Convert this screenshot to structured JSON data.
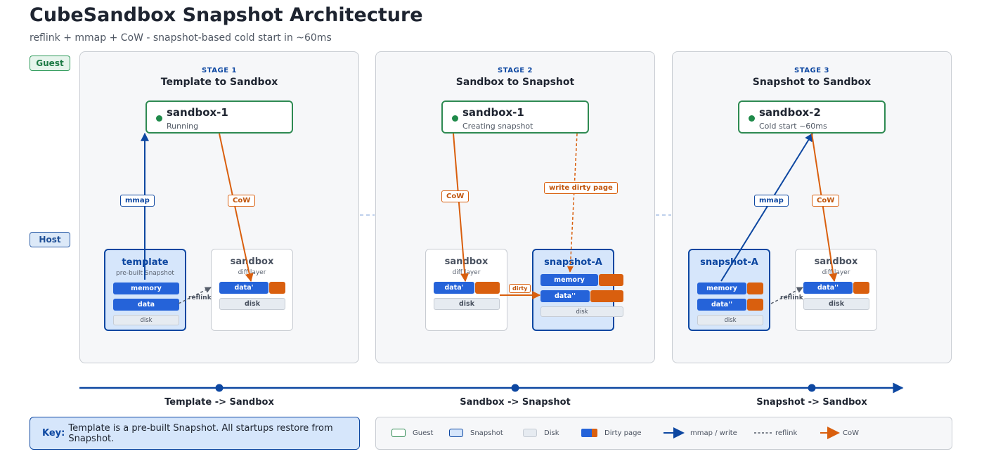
{
  "header": {
    "title": "CubeSandbox Snapshot Architecture",
    "subtitle": "reflink + mmap + CoW - snapshot-based cold start in ~60ms"
  },
  "side_tags": {
    "guest": "Guest",
    "host": "Host"
  },
  "stages": [
    {
      "num": "STAGE 1",
      "name": "Template to Sandbox",
      "sandbox": {
        "name": "sandbox-1",
        "state": "Running"
      },
      "cards": [
        {
          "title": "template",
          "sub": "pre-built Snapshot",
          "blocks": [
            "memory",
            "data",
            "disk"
          ]
        },
        {
          "title": "sandbox",
          "sub": "diff layer",
          "blocks": [
            "data'",
            "disk"
          ]
        }
      ],
      "labels": {
        "up": "mmap",
        "down": "CoW",
        "reflink": "reflink"
      }
    },
    {
      "num": "STAGE 2",
      "name": "Sandbox to Snapshot",
      "sandbox": {
        "name": "sandbox-1",
        "state": "Creating snapshot"
      },
      "cards": [
        {
          "title": "sandbox",
          "sub": "diff layer",
          "blocks": [
            "data'",
            "disk"
          ]
        },
        {
          "title": "snapshot-A",
          "sub": "",
          "blocks": [
            "memory",
            "data''",
            "disk"
          ]
        }
      ],
      "labels": {
        "down": "CoW",
        "write": "write dirty page",
        "dirty": "dirty"
      }
    },
    {
      "num": "STAGE 3",
      "name": "Snapshot to Sandbox",
      "sandbox": {
        "name": "sandbox-2",
        "state": "Cold start ~60ms"
      },
      "cards": [
        {
          "title": "snapshot-A",
          "sub": "",
          "blocks": [
            "memory",
            "data''",
            "disk"
          ]
        },
        {
          "title": "sandbox",
          "sub": "diff layer",
          "blocks": [
            "data''",
            "disk"
          ]
        }
      ],
      "labels": {
        "up": "mmap",
        "down": "CoW",
        "reflink": "reflink"
      }
    }
  ],
  "timeline": [
    "Template -> Sandbox",
    "Sandbox -> Snapshot",
    "Snapshot -> Sandbox"
  ],
  "key": {
    "prefix": "Key:",
    "text": "Template is a pre-built Snapshot. All startups restore from Snapshot."
  },
  "legend": {
    "guest": "Guest",
    "snapshot": "Snapshot",
    "disk": "Disk",
    "dirty": "Dirty page",
    "mmap": "mmap / write",
    "reflink": "reflink",
    "cow": "CoW"
  },
  "colors": {
    "guest": "#2e8a52",
    "snapshot": "#0d47a1",
    "block_blue": "#2563d9",
    "cow_orange": "#d95f0e",
    "reflink_grey": "#555d6a"
  }
}
